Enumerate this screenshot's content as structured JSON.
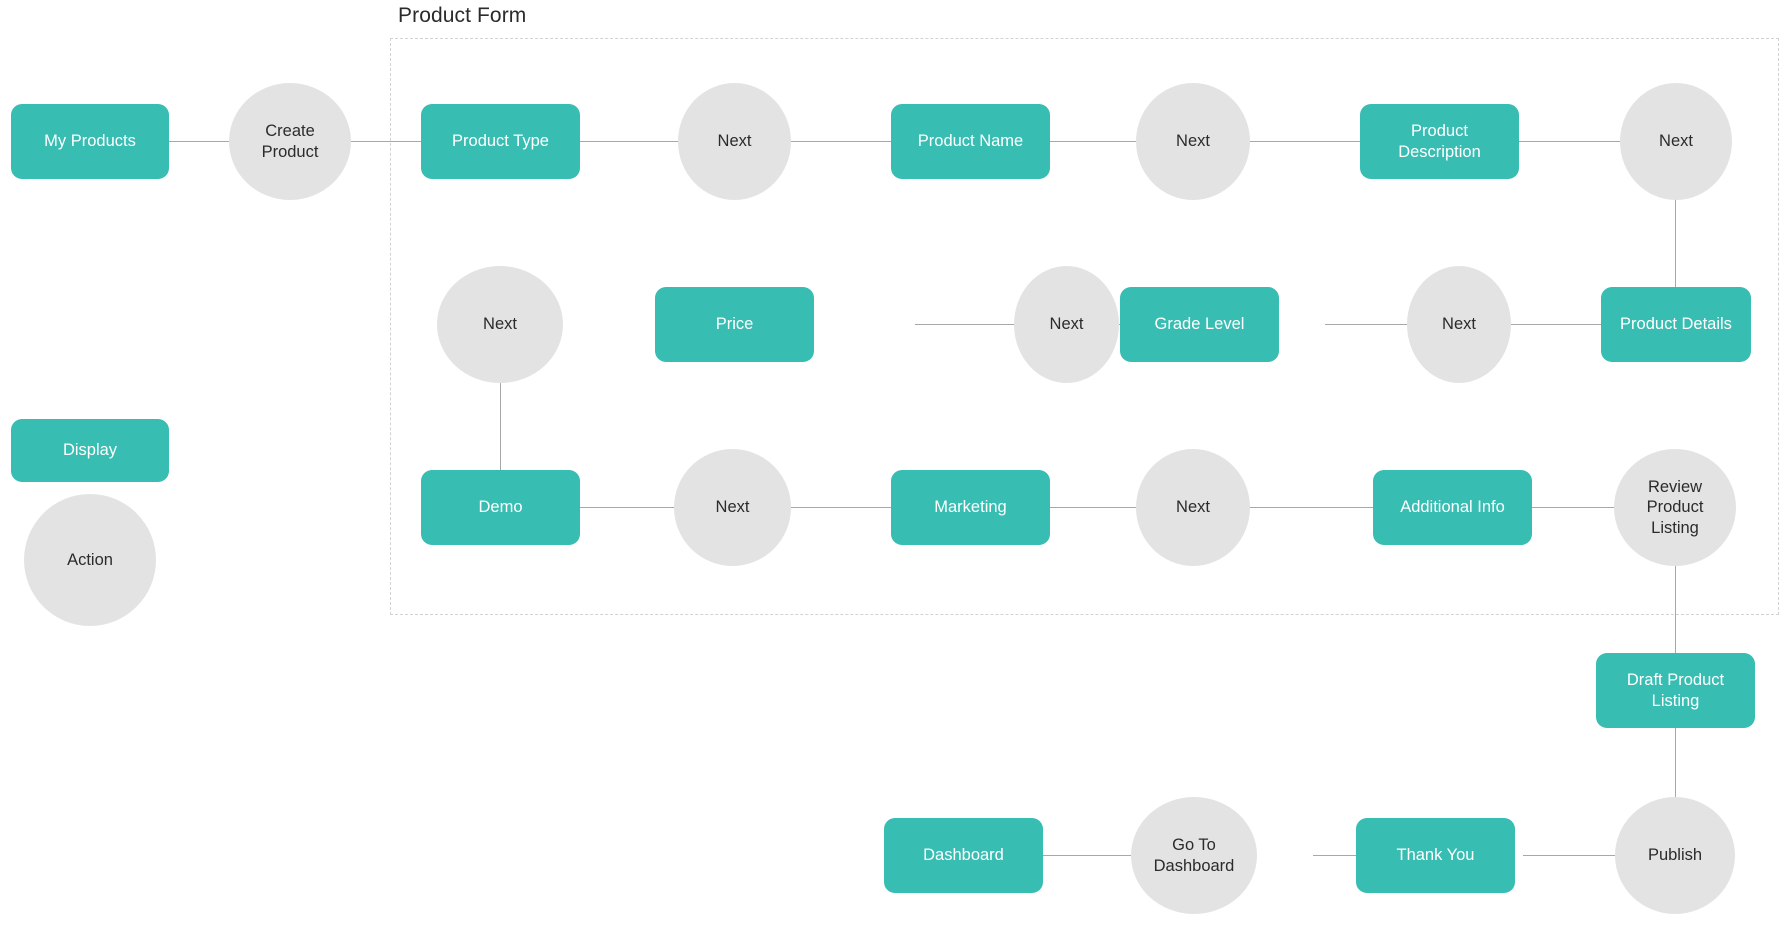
{
  "diagram": {
    "title": "Product Form",
    "colors": {
      "display_fill": "#37bdb2",
      "display_text": "#ffffff",
      "action_fill": "#e3e3e3",
      "action_text": "#2b2b2b",
      "edge": "#a8a8a8",
      "group_border": "#d2d2d2",
      "background": "#ffffff"
    },
    "legend": {
      "display_label": "Display",
      "action_label": "Action"
    },
    "nodes": [
      {
        "id": "my-products",
        "label": "My Products",
        "type": "display"
      },
      {
        "id": "create-product",
        "label": "Create\nProduct",
        "type": "action"
      },
      {
        "id": "product-type",
        "label": "Product Type",
        "type": "display"
      },
      {
        "id": "next-1",
        "label": "Next",
        "type": "action"
      },
      {
        "id": "product-name",
        "label": "Product Name",
        "type": "display"
      },
      {
        "id": "next-2",
        "label": "Next",
        "type": "action"
      },
      {
        "id": "product-description",
        "label": "Product\nDescription",
        "type": "display"
      },
      {
        "id": "next-3",
        "label": "Next",
        "type": "action"
      },
      {
        "id": "product-details",
        "label": "Product Details",
        "type": "display"
      },
      {
        "id": "next-4",
        "label": "Next",
        "type": "action"
      },
      {
        "id": "grade-level",
        "label": "Grade Level",
        "type": "display"
      },
      {
        "id": "next-5",
        "label": "Next",
        "type": "action"
      },
      {
        "id": "price",
        "label": "Price",
        "type": "display"
      },
      {
        "id": "next-6",
        "label": "Next",
        "type": "action"
      },
      {
        "id": "demo",
        "label": "Demo",
        "type": "display"
      },
      {
        "id": "next-7",
        "label": "Next",
        "type": "action"
      },
      {
        "id": "marketing",
        "label": "Marketing",
        "type": "display"
      },
      {
        "id": "next-8",
        "label": "Next",
        "type": "action"
      },
      {
        "id": "additional-info",
        "label": "Additional Info",
        "type": "display"
      },
      {
        "id": "review-product-listing",
        "label": "Review\nProduct\nListing",
        "type": "action"
      },
      {
        "id": "draft-product-listing",
        "label": "Draft Product\nListing",
        "type": "display"
      },
      {
        "id": "publish",
        "label": "Publish",
        "type": "action"
      },
      {
        "id": "thank-you",
        "label": "Thank You",
        "type": "display"
      },
      {
        "id": "go-to-dashboard",
        "label": "Go To\nDashboard",
        "type": "action"
      },
      {
        "id": "dashboard",
        "label": "Dashboard",
        "type": "display"
      }
    ],
    "edges": [
      {
        "from": "my-products",
        "to": "create-product"
      },
      {
        "from": "create-product",
        "to": "product-type"
      },
      {
        "from": "product-type",
        "to": "next-1"
      },
      {
        "from": "next-1",
        "to": "product-name"
      },
      {
        "from": "product-name",
        "to": "next-2"
      },
      {
        "from": "next-2",
        "to": "product-description"
      },
      {
        "from": "product-description",
        "to": "next-3"
      },
      {
        "from": "next-3",
        "to": "product-details"
      },
      {
        "from": "product-details",
        "to": "next-4"
      },
      {
        "from": "next-4",
        "to": "grade-level"
      },
      {
        "from": "grade-level",
        "to": "next-5"
      },
      {
        "from": "next-5",
        "to": "price"
      },
      {
        "from": "price",
        "to": "next-6"
      },
      {
        "from": "next-6",
        "to": "demo"
      },
      {
        "from": "demo",
        "to": "next-7"
      },
      {
        "from": "next-7",
        "to": "marketing"
      },
      {
        "from": "marketing",
        "to": "next-8"
      },
      {
        "from": "next-8",
        "to": "additional-info"
      },
      {
        "from": "additional-info",
        "to": "review-product-listing"
      },
      {
        "from": "review-product-listing",
        "to": "draft-product-listing"
      },
      {
        "from": "draft-product-listing",
        "to": "publish"
      },
      {
        "from": "publish",
        "to": "thank-you"
      },
      {
        "from": "thank-you",
        "to": "go-to-dashboard"
      },
      {
        "from": "go-to-dashboard",
        "to": "dashboard"
      }
    ]
  }
}
